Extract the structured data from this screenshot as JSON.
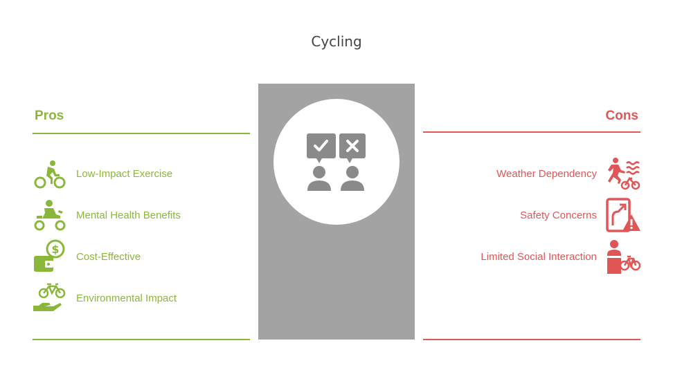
{
  "title": "Cycling",
  "colors": {
    "pros": "#8ab73a",
    "cons": "#e05656",
    "panel": "#a3a3a3",
    "icon_gray": "#8a8a8a"
  },
  "pros": {
    "heading": "Pros",
    "items": [
      {
        "label": "Low-Impact Exercise",
        "icon": "cyclist-icon"
      },
      {
        "label": "Mental Health Benefits",
        "icon": "motorcycle-rider-icon"
      },
      {
        "label": "Cost-Effective",
        "icon": "wallet-dollar-icon"
      },
      {
        "label": "Environmental Impact",
        "icon": "hand-bicycle-icon"
      }
    ]
  },
  "cons": {
    "heading": "Cons",
    "items": [
      {
        "label": "Weather Dependency",
        "icon": "rain-cyclist-icon"
      },
      {
        "label": "Safety Concerns",
        "icon": "road-warning-icon"
      },
      {
        "label": "Limited Social Interaction",
        "icon": "person-bicycle-icon"
      }
    ]
  },
  "center": {
    "icon": "pros-cons-people-icon"
  }
}
